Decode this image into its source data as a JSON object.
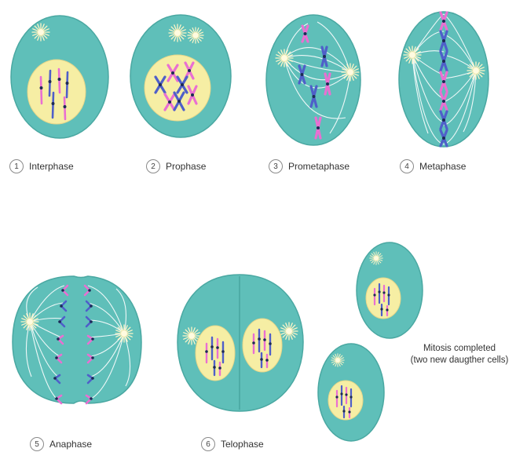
{
  "colors": {
    "cytoplasm": "#5fbfb9",
    "cell_outline": "#4aa8a2",
    "nucleus": "#f6eea4",
    "nucleus_outline": "#e7d78a",
    "chromosome_pink": "#e96fd2",
    "chromosome_blue": "#4f5fc9",
    "centromere": "#1c2a55",
    "centrosome": "#fffbe0",
    "spindle": "#ffffff"
  },
  "stages": [
    {
      "number": "1",
      "name": "Interphase"
    },
    {
      "number": "2",
      "name": "Prophase"
    },
    {
      "number": "3",
      "name": "Prometaphase"
    },
    {
      "number": "4",
      "name": "Metaphase"
    },
    {
      "number": "5",
      "name": "Anaphase"
    },
    {
      "number": "6",
      "name": "Telophase"
    }
  ],
  "result_note": {
    "line1": "Mitosis completed",
    "line2": "(two new daugther cells)"
  }
}
